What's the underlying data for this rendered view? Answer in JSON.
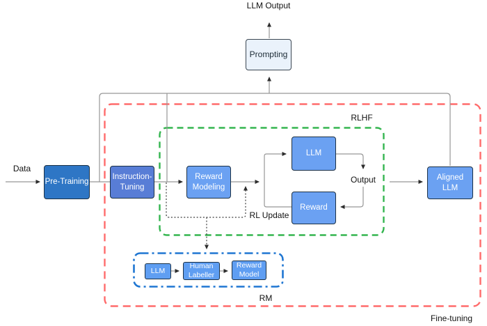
{
  "nodes": {
    "prompting": "Prompting",
    "pre_training": "Pre-Training",
    "instruction_tuning": "Instruction-Tuning",
    "reward_modeling": "Reward Modeling",
    "llm_rl": "LLM",
    "reward": "Reward",
    "aligned_llm": "Aligned LLM",
    "llm_rm": "LLM",
    "human_labeller": "Human Labeller",
    "reward_model": "Reward Model"
  },
  "labels": {
    "llm_output": "LLM Output",
    "data_input": "Data",
    "rlhf_group": "RLHF",
    "output": "Output",
    "rl_update": "RL Update",
    "rm_group": "RM",
    "fine_tuning_group": "Fine-tuning"
  },
  "colors": {
    "canvas-bg": "#ffffff",
    "node-dark-blue": "#2e76c5",
    "node-medium-blue": "#587dd6",
    "node-light-blue": "#6ba1f2",
    "node-small-blue": "#5f9ef2",
    "node-prompting-bg": "#eaf2fb",
    "node-border": "#1c3145",
    "prompting-border": "#3b4752",
    "line-gray": "#979797",
    "arrow-dark": "#2d2d2d",
    "dotted-line": "#3c3c3c",
    "red-dashed": "#ff6b6b",
    "green-dashed": "#34b54f",
    "blue-dashdot": "#1f76d2",
    "label-color": "#111111"
  }
}
